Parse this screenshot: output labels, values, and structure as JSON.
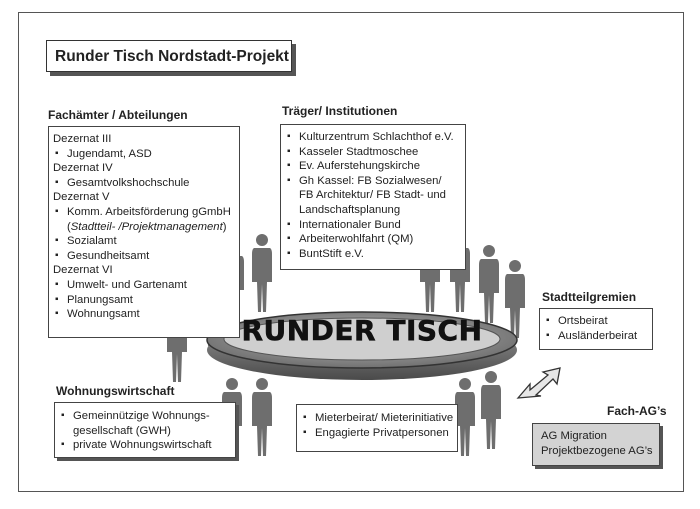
{
  "title": "Runder Tisch Nordstadt-Projekt",
  "center_label": "RUNDER TISCH",
  "fachaemter": {
    "heading": "Fachämter / Abteilungen",
    "dez3": "Dezernat III",
    "dez3_items": [
      "Jugendamt, ASD"
    ],
    "dez4": "Dezernat IV",
    "dez4_items": [
      "Gesamtvolkshochschule"
    ],
    "dez5": "Dezernat V",
    "dez5_item1": "Komm. Arbeitsförderung gGmbH",
    "dez5_item1_open": "(",
    "dez5_item1_italic": "Stadtteil- /Projektmanagement",
    "dez5_item1_close": ")",
    "dez5_items": [
      "Sozialamt",
      "Gesundheitsamt"
    ],
    "dez6": "Dezernat VI",
    "dez6_items": [
      "Umwelt- und Gartenamt",
      "Planungsamt",
      "Wohnungsamt"
    ]
  },
  "traeger": {
    "heading": "Träger/ Institutionen",
    "items": [
      "Kulturzentrum Schlachthof e.V.",
      "Kasseler Stadtmoschee",
      "Ev. Auferstehungskirche",
      "Gh Kassel: FB Sozialwesen/"
    ],
    "item4_cont1": "FB Architektur/ FB Stadt- und",
    "item4_cont2": "Landschaftsplanung",
    "items_b": [
      "Internationaler Bund",
      "Arbeiterwohlfahrt (QM)",
      "BuntStift e.V."
    ]
  },
  "stadtteil": {
    "heading": "Stadtteilgremien",
    "items": [
      "Ortsbeirat",
      "Ausländerbeirat"
    ]
  },
  "wohnung": {
    "heading": "Wohnungswirtschaft",
    "item1": "Gemeinnützige Wohnungs-",
    "item1_cont": "gesellschaft (GWH)",
    "item2": "private Wohnungswirtschaft"
  },
  "mieter": {
    "items": [
      "Mieterbeirat/ Mieterinitiative",
      "Engagierte Privatpersonen"
    ]
  },
  "fach_ag": {
    "heading": "Fach-AG’s",
    "lines": [
      "AG Migration",
      "Projektbezogene AG’s"
    ]
  },
  "colors": {
    "figure": "#6e6e6e",
    "table_top": "#8a8a8a",
    "fach_bg": "#d3d3d3"
  },
  "icons": [
    "person-figure",
    "round-table",
    "double-arrow-icon"
  ]
}
